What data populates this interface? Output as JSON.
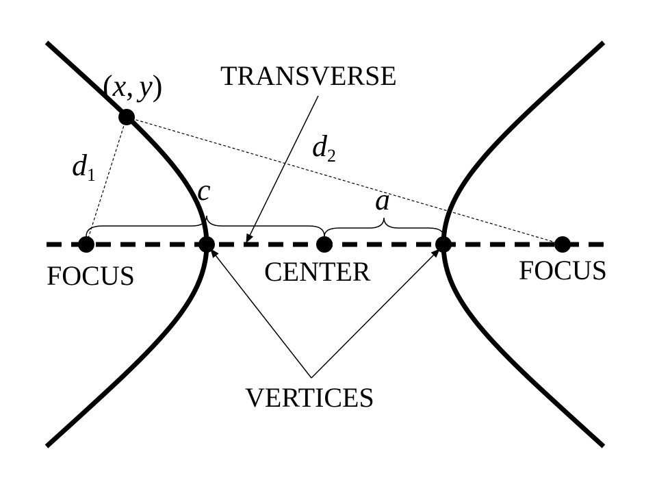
{
  "labels": {
    "point_open": "(",
    "point_x": "x",
    "point_comma": ",",
    "point_y": "y",
    "point_close": ")",
    "transverse": "TRANSVERSE",
    "d1_letter": "d",
    "d1_sub": "1",
    "d2_letter": "d",
    "d2_sub": "2",
    "c": "c",
    "a": "a",
    "focus_left": "FOCUS",
    "center": "CENTER",
    "focus_right": "FOCUS",
    "vertices": "VERTICES"
  }
}
